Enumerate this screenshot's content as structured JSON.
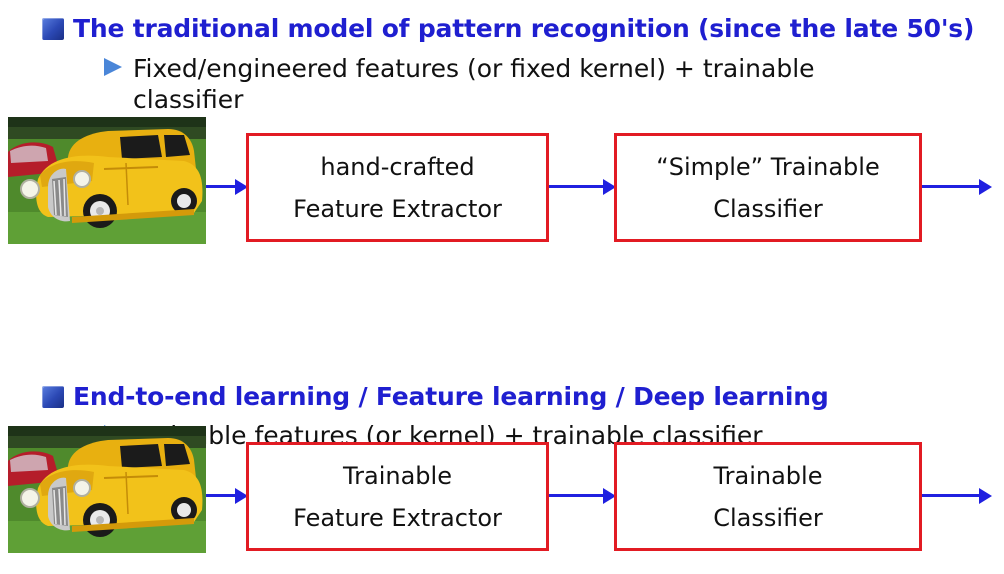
{
  "section1": {
    "heading": "The traditional model of pattern recognition (since the late 50's)",
    "subpoint_line1": "Fixed/engineered features (or fixed kernel) + trainable",
    "subpoint_line2": "classifier",
    "box1": {
      "line1": "hand-crafted",
      "line2": "Feature Extractor"
    },
    "box2": {
      "line1": "“Simple” Trainable",
      "line2": "Classifier"
    }
  },
  "section2": {
    "heading": "End-to-end learning / Feature learning / Deep learning",
    "subpoint": "Trainable features (or kernel) + trainable classifier",
    "box1": {
      "line1": "Trainable",
      "line2": "Feature Extractor"
    },
    "box2": {
      "line1": "Trainable",
      "line2": "Classifier"
    }
  },
  "colors": {
    "heading": "#1f1fd0",
    "box_border": "#e21b23",
    "arrow": "#2020e0",
    "bullet_triangle": "#4a86d8"
  },
  "icons": {
    "heading_bullet": "blue-square-bullet-icon",
    "subpoint_bullet": "blue-triangle-bullet-icon",
    "input_image": "yellow-vintage-car-photo"
  }
}
